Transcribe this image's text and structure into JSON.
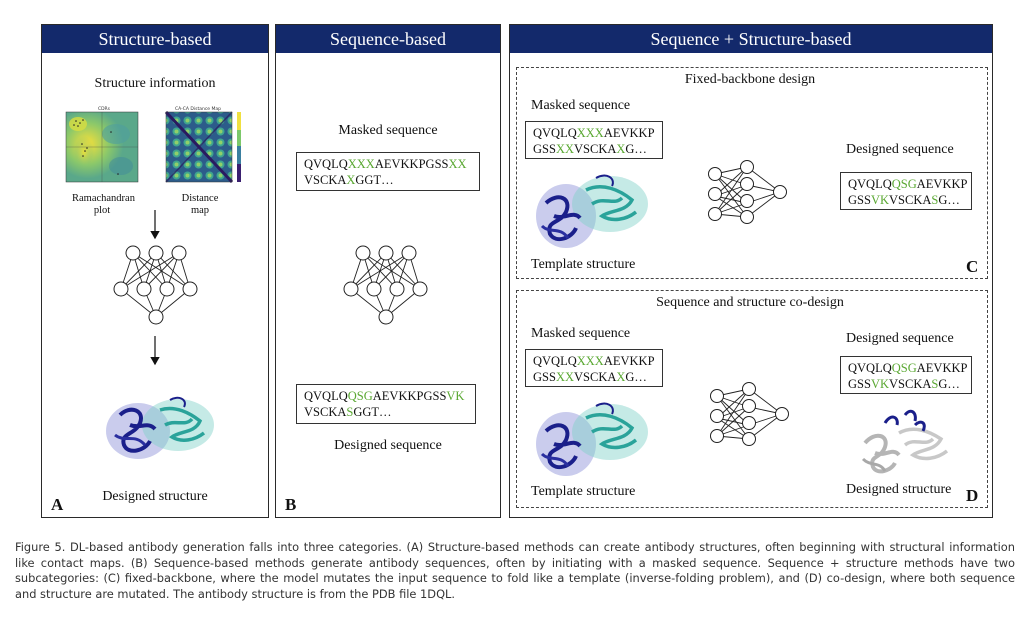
{
  "panels": {
    "structure": {
      "header": "Structure-based",
      "info_title": "Structure information",
      "rama_label": "Ramachandran plot",
      "distance_label": "Distance map",
      "rama_plot_title": "CDRs",
      "distance_plot_title": "CA-CA Distance Map",
      "designed_label": "Designed structure",
      "letter": "A"
    },
    "sequence": {
      "header": "Sequence-based",
      "masked_label": "Masked sequence",
      "masked_line1": [
        {
          "t": "QVQLQ",
          "g": false
        },
        {
          "t": "XXX",
          "g": true
        },
        {
          "t": "AEVKKPGSS",
          "g": false
        },
        {
          "t": "XX",
          "g": true
        }
      ],
      "masked_line2": [
        {
          "t": "VSCKA",
          "g": false
        },
        {
          "t": "X",
          "g": true
        },
        {
          "t": "GGT…",
          "g": false
        }
      ],
      "designed_line1": [
        {
          "t": "QVQLQ",
          "g": false
        },
        {
          "t": "QSG",
          "g": true
        },
        {
          "t": "AEVKKPGSS",
          "g": false
        },
        {
          "t": "VK",
          "g": true
        }
      ],
      "designed_line2": [
        {
          "t": "VSCKA",
          "g": false
        },
        {
          "t": "S",
          "g": true
        },
        {
          "t": "GGT…",
          "g": false
        }
      ],
      "designed_label": "Designed sequence",
      "letter": "B"
    },
    "combined": {
      "header": "Sequence + Structure-based",
      "fixed": {
        "title": "Fixed-backbone design",
        "masked_label": "Masked sequence",
        "masked_line1": [
          {
            "t": "QVQLQ",
            "g": false
          },
          {
            "t": "XXX",
            "g": true
          },
          {
            "t": "AEVKKP",
            "g": false
          }
        ],
        "masked_line2": [
          {
            "t": "GSS",
            "g": false
          },
          {
            "t": "XX",
            "g": true
          },
          {
            "t": "VSCKA",
            "g": false
          },
          {
            "t": "X",
            "g": true
          },
          {
            "t": "G…",
            "g": false
          }
        ],
        "designed_label": "Designed sequence",
        "designed_line1": [
          {
            "t": "QVQLQ",
            "g": false
          },
          {
            "t": "QSG",
            "g": true
          },
          {
            "t": "AEVKKP",
            "g": false
          }
        ],
        "designed_line2": [
          {
            "t": "GSS",
            "g": false
          },
          {
            "t": "VK",
            "g": true
          },
          {
            "t": "VSCKA",
            "g": false
          },
          {
            "t": "S",
            "g": true
          },
          {
            "t": "G…",
            "g": false
          }
        ],
        "template_label": "Template structure",
        "letter": "C"
      },
      "codesign": {
        "title": "Sequence and structure co-design",
        "masked_label": "Masked sequence",
        "masked_line1": [
          {
            "t": "QVQLQ",
            "g": false
          },
          {
            "t": "XXX",
            "g": true
          },
          {
            "t": "AEVKKP",
            "g": false
          }
        ],
        "masked_line2": [
          {
            "t": "GSS",
            "g": false
          },
          {
            "t": "XX",
            "g": true
          },
          {
            "t": "VSCKA",
            "g": false
          },
          {
            "t": "X",
            "g": true
          },
          {
            "t": "G…",
            "g": false
          }
        ],
        "designed_label": "Designed sequence",
        "designed_line1": [
          {
            "t": "QVQLQ",
            "g": false
          },
          {
            "t": "QSG",
            "g": true
          },
          {
            "t": "AEVKKP",
            "g": false
          }
        ],
        "designed_line2": [
          {
            "t": "GSS",
            "g": false
          },
          {
            "t": "VK",
            "g": true
          },
          {
            "t": "VSCKA",
            "g": false
          },
          {
            "t": "S",
            "g": true
          },
          {
            "t": "G…",
            "g": false
          }
        ],
        "template_label": "Template structure",
        "designed_structure_label": "Designed structure",
        "letter": "D"
      }
    }
  },
  "caption": "Figure 5. DL-based antibody generation falls into three categories. (A) Structure-based methods can create antibody structures, often beginning with structural information like contact maps. (B) Sequence-based methods generate antibody sequences, often by initiating with a masked sequence. Sequence + structure methods have two subcategories: (C) fixed-backbone, where the model mutates the input sequence to fold like a template (inverse-folding problem), and (D) co-design, where both sequence and structure are mutated. The antibody structure is from the PDB file 1DQL.",
  "colors": {
    "header_bg": "#13296b",
    "highlight_green": "#5aa832",
    "heavy_chain": "#1a1f8a",
    "light_chain": "#2aa39a"
  }
}
